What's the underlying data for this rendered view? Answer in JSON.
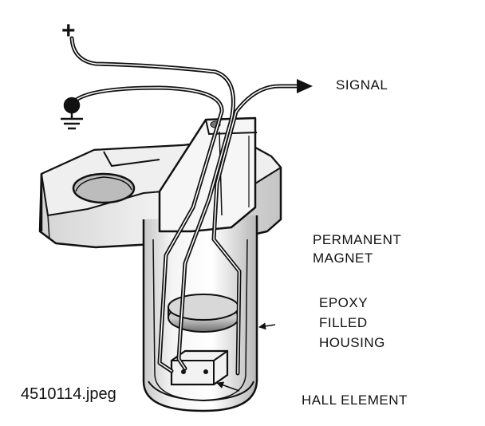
{
  "diagram": {
    "labels": {
      "plus": "+",
      "signal": "SIGNAL",
      "permanent_magnet_line1": "PERMANENT",
      "permanent_magnet_line2": "MAGNET",
      "epoxy_line1": "EPOXY",
      "epoxy_line2": "FILLED",
      "epoxy_line3": "HOUSING",
      "hall_element": "HALL ELEMENT"
    },
    "filename": "4510114.jpeg",
    "colors": {
      "ink": "#111111",
      "shade": "#cfcfcf",
      "shade_dark": "#8a8a8a",
      "paper": "#ffffff"
    }
  }
}
